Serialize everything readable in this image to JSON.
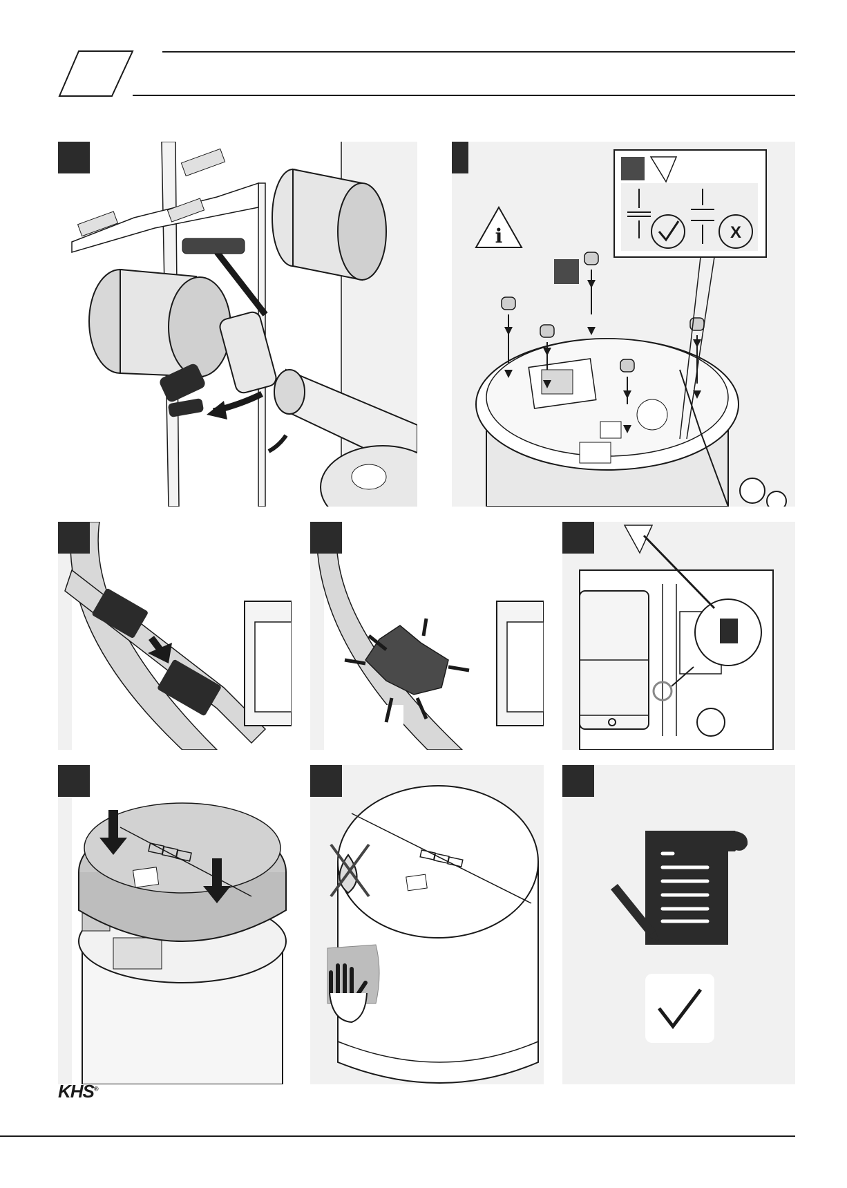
{
  "header": {
    "chapter_badge": "",
    "title": ""
  },
  "steps": [
    {
      "badge": "",
      "icon": "valve-handle-illustration"
    },
    {
      "badge": "",
      "icon": "cover-pins-illustration",
      "sub_badge": "",
      "detail_badge": "",
      "info_icon": "info-warning-icon"
    },
    {
      "badge": "",
      "icon": "connector-plugging-illustration"
    },
    {
      "badge": "",
      "icon": "connector-click-illustration"
    },
    {
      "badge": "",
      "icon": "cable-routing-illustration"
    },
    {
      "badge": "",
      "icon": "lid-placement-illustration"
    },
    {
      "badge": "",
      "icon": "dry-wipe-illustration"
    },
    {
      "badge": "",
      "icon": "document-sign-illustration"
    }
  ],
  "footer": {
    "logo_text": "KHS",
    "logo_mark": "®"
  }
}
